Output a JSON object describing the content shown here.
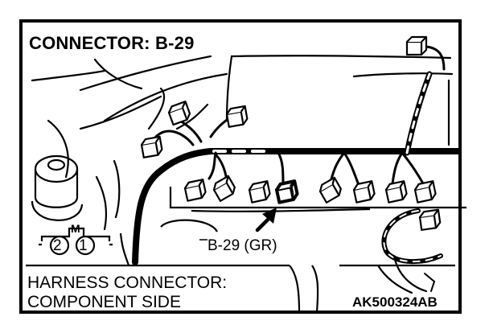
{
  "title": "CONNECTOR: B-29",
  "callout": "B-29 (GR)",
  "footer": {
    "line1": "HARNESS CONNECTOR:",
    "line2": "COMPONENT SIDE"
  },
  "figure_id": "AK500324AB",
  "badge": {
    "top": "M",
    "left": "2",
    "right": "1"
  },
  "colors": {
    "ink": "#000000",
    "paper": "#ffffff"
  }
}
